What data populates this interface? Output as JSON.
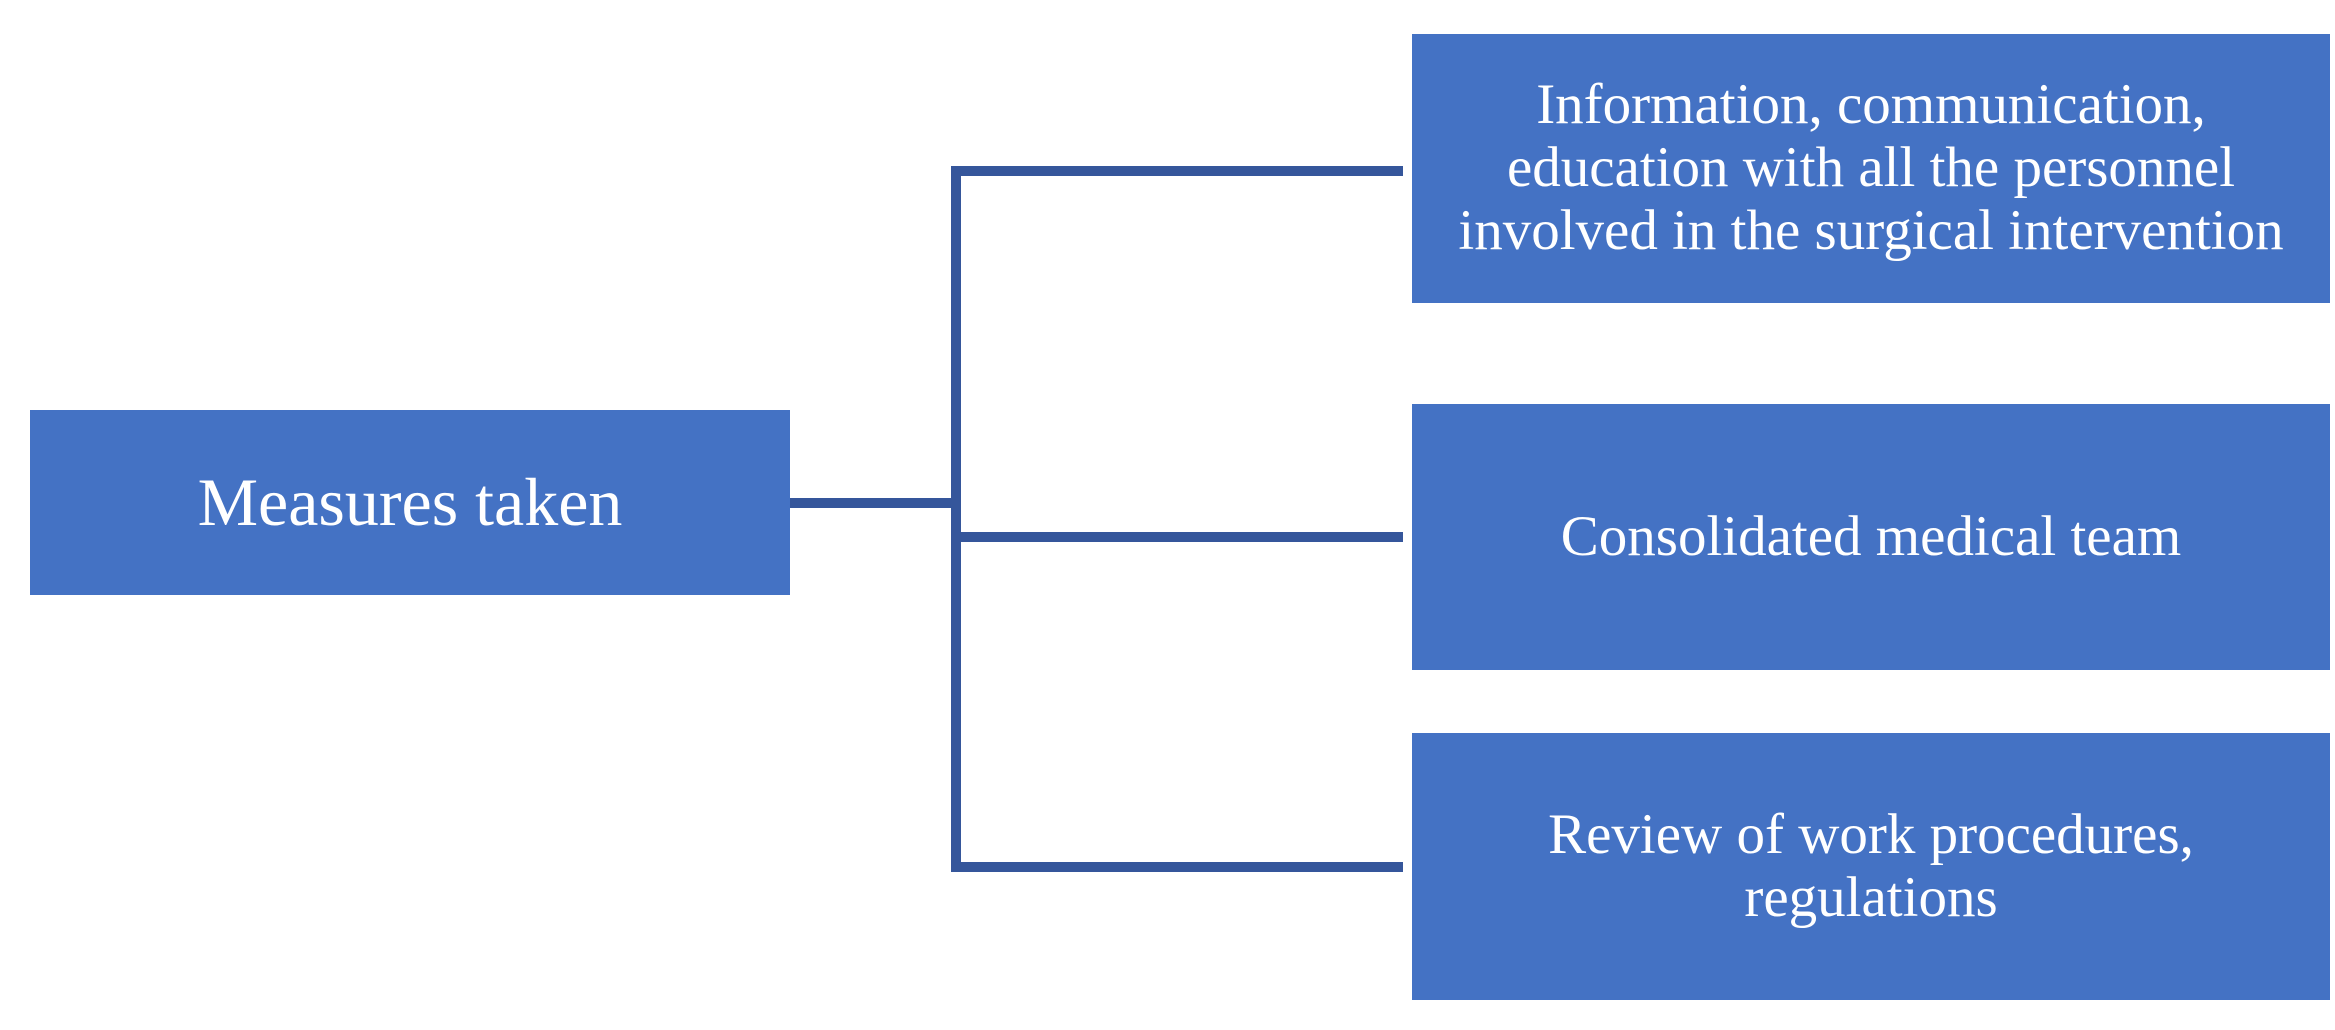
{
  "diagram": {
    "type": "hierarchy-tree",
    "orientation": "left-to-right",
    "colors": {
      "node_fill": "#4472C4",
      "node_text": "#FFFFFF",
      "connector": "#35569B",
      "background": "#FFFFFF"
    },
    "root": {
      "label": "Measures taken"
    },
    "children": [
      {
        "label": "Information, communication, education with all the personnel involved in the surgical intervention"
      },
      {
        "label": "Consolidated medical team"
      },
      {
        "label": "Review of work procedures, regulations"
      }
    ]
  }
}
